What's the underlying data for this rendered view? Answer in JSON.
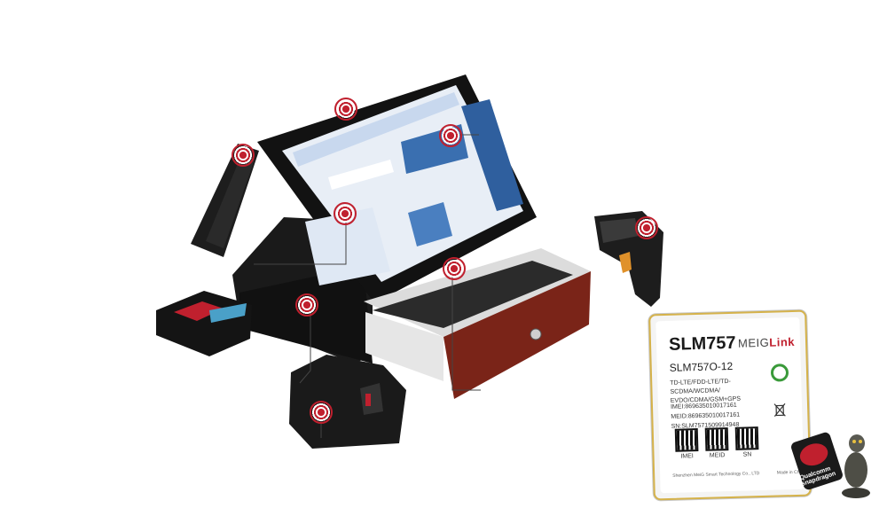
{
  "module": {
    "model": "SLM757",
    "brand_prefix": "MEIG",
    "brand_suffix": "Link",
    "sub_model": "SLM757O-12",
    "bands": "TD-LTE/FDD-LTE/TD-SCDMA/WCDMA/ EVDO/CDMA/GSM+GPS",
    "imei": "IMEI:869635010017161",
    "meid": "MEID:869635010017161",
    "sn": "SN:SLM7571509914948",
    "qr_labels": [
      "IMEI",
      "MEID",
      "SN"
    ],
    "footer_left": "Shenzhen MeiG Smart Technology Co., LTD",
    "footer_right": "Made in China"
  },
  "badge": {
    "line1": "Qualcomm",
    "line2": "snapdragon"
  },
  "colors": {
    "hotspot": "#c0202e",
    "device_black": "#1b1b1b",
    "screen_blue": "#3a6fb0",
    "drawer_red": "#7a2418"
  },
  "icons": [
    "hotspot-target-icon",
    "ce-mark-icon",
    "weee-bin-icon",
    "snapdragon-logo-icon",
    "mascot-dragon-icon"
  ]
}
